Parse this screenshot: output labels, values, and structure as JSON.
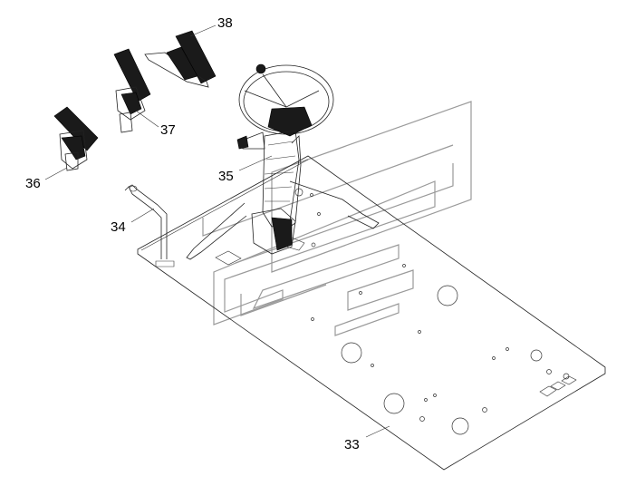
{
  "diagram": {
    "callouts": [
      {
        "id": "33",
        "label": "33"
      },
      {
        "id": "34",
        "label": "34"
      },
      {
        "id": "35",
        "label": "35"
      },
      {
        "id": "36",
        "label": "36"
      },
      {
        "id": "37",
        "label": "37"
      },
      {
        "id": "38",
        "label": "38"
      }
    ]
  }
}
